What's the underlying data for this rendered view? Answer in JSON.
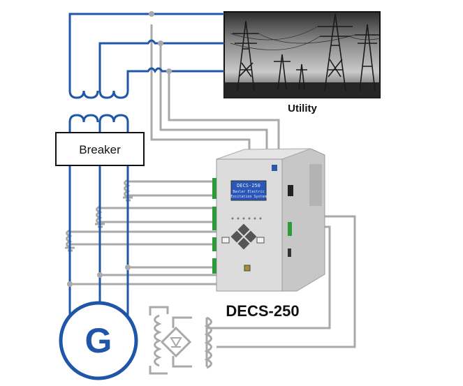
{
  "labels": {
    "utility": "Utility",
    "breaker": "Breaker",
    "device": "DECS-250",
    "generator": "G"
  },
  "device_screen": {
    "line1": "DECS-250",
    "line2": "Basler Electric",
    "line3": "Excitation System"
  },
  "colors": {
    "power_line": "#1f56a8",
    "signal_line": "#a9a9a9",
    "panel": "#dcdcdc"
  }
}
